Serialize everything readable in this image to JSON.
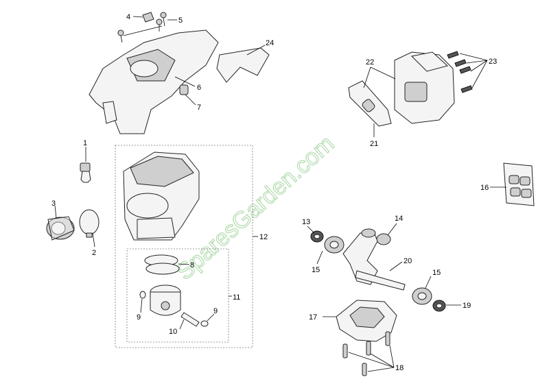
{
  "watermark": "SparesGarden.com",
  "callouts": {
    "c1": "1",
    "c2": "2",
    "c3": "3",
    "c4": "4",
    "c5": "5",
    "c6": "6",
    "c7": "7",
    "c8": "8",
    "c9a": "9",
    "c9b": "9",
    "c10": "10",
    "c11": "11",
    "c12": "12",
    "c13": "13",
    "c14": "14",
    "c15a": "15",
    "c15b": "15",
    "c16": "16",
    "c17": "17",
    "c18": "18",
    "c19": "19",
    "c20": "20",
    "c21": "21",
    "c22": "22",
    "c23": "23",
    "c24": "24"
  },
  "colors": {
    "line": "#222222",
    "watermark": "#9fd39a",
    "background": "#ffffff"
  }
}
